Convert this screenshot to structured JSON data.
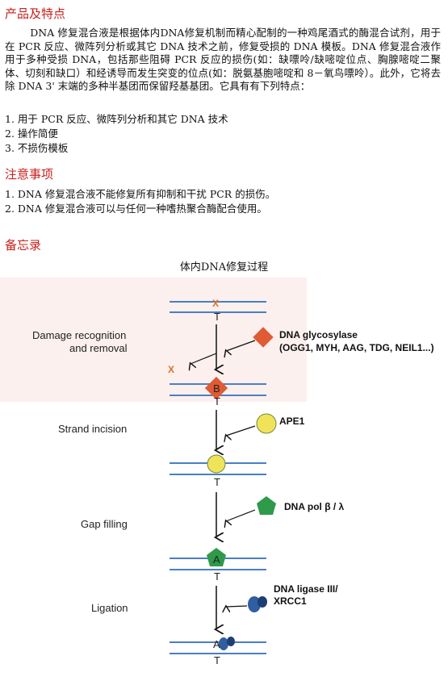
{
  "section1": {
    "title": "产品及特点",
    "paragraph": "DNA 修复混合液是根据体内DNA修复机制而精心配制的一种鸡尾酒式的酶混合试剂，用于在 PCR 反应、微阵列分析或其它 DNA 技术之前，修复受损的 DNA 模板。DNA 修复混合液作用于多种受损 DNA，包括那些阻碍 PCR 反应的损伤(如：缺嘌呤/缺嘧啶位点、胸腺嘧啶二聚体、切刻和缺口）和经诱导而发生突变的位点(如：脱氨基胞嘧啶和 8－氧鸟嘌呤）。此外，它将去除 DNA 3' 末端的多种半基团而保留羟基基团。它具有有下列特点：",
    "features": [
      "1. 用于 PCR 反应、微阵列分析和其它 DNA 技术",
      "2. 操作简便",
      "3. 不损伤模板"
    ]
  },
  "section2": {
    "title": "注意事项",
    "items": [
      "1. DNA 修复混合液不能修复所有抑制和干扰 PCR 的损伤。",
      "2. DNA 修复混合液可以与任何一种嗜热聚合酶配合使用。"
    ]
  },
  "section3": {
    "title": "备忘录",
    "caption": "体内DNA修复过程"
  },
  "diagram": {
    "steps": [
      "Damage recognition",
      "and removal",
      "Strand incision",
      "Gap filling",
      "Ligation"
    ],
    "enzymes": {
      "glycosylase": "DNA glycosylase",
      "glycosylase_examples": "(OGG1, MYH, AAG, TDG, NEIL1...)",
      "ape1": "APE1",
      "pol": "DNA pol β / λ",
      "ligase_line1": "DNA ligase III/",
      "ligase_line2": "XRCC1"
    },
    "bases": {
      "damaged": "X",
      "removed": "X",
      "t": "T",
      "b": "B",
      "a": "A"
    },
    "colors": {
      "strand": "#4a7ec6",
      "glycosylase": "#e05a34",
      "ape1": "#f0e35a",
      "pol": "#2e9a4a",
      "ligase": "#2f5fa0"
    }
  }
}
